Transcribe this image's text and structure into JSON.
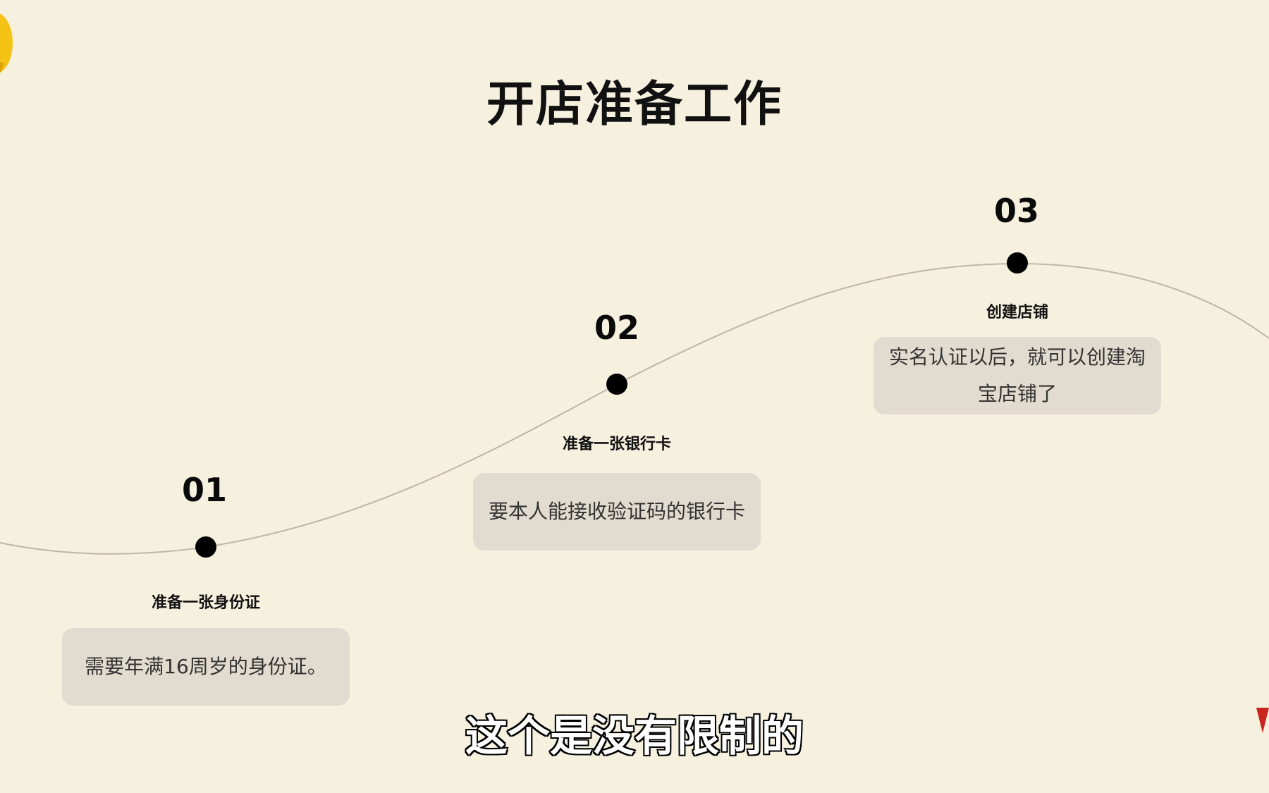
{
  "page": {
    "title": "开店准备工作",
    "subtitle": "这个是没有限制的"
  },
  "steps": [
    {
      "number": "01",
      "label": "准备一张身份证",
      "description": "需要年满16周岁的身份证。"
    },
    {
      "number": "02",
      "label": "准备一张银行卡",
      "description": "要本人能接收验证码的银行卡"
    },
    {
      "number": "03",
      "label": "创建店铺",
      "description": "实名认证以后，就可以创建淘宝店铺了"
    }
  ],
  "colors": {
    "background": "#f6f0df",
    "card": "#e2dbcf",
    "dot": "#000000",
    "curve": "#bdb6ab",
    "deco_yellow": "#f4c316",
    "deco_red": "#c8261f"
  }
}
